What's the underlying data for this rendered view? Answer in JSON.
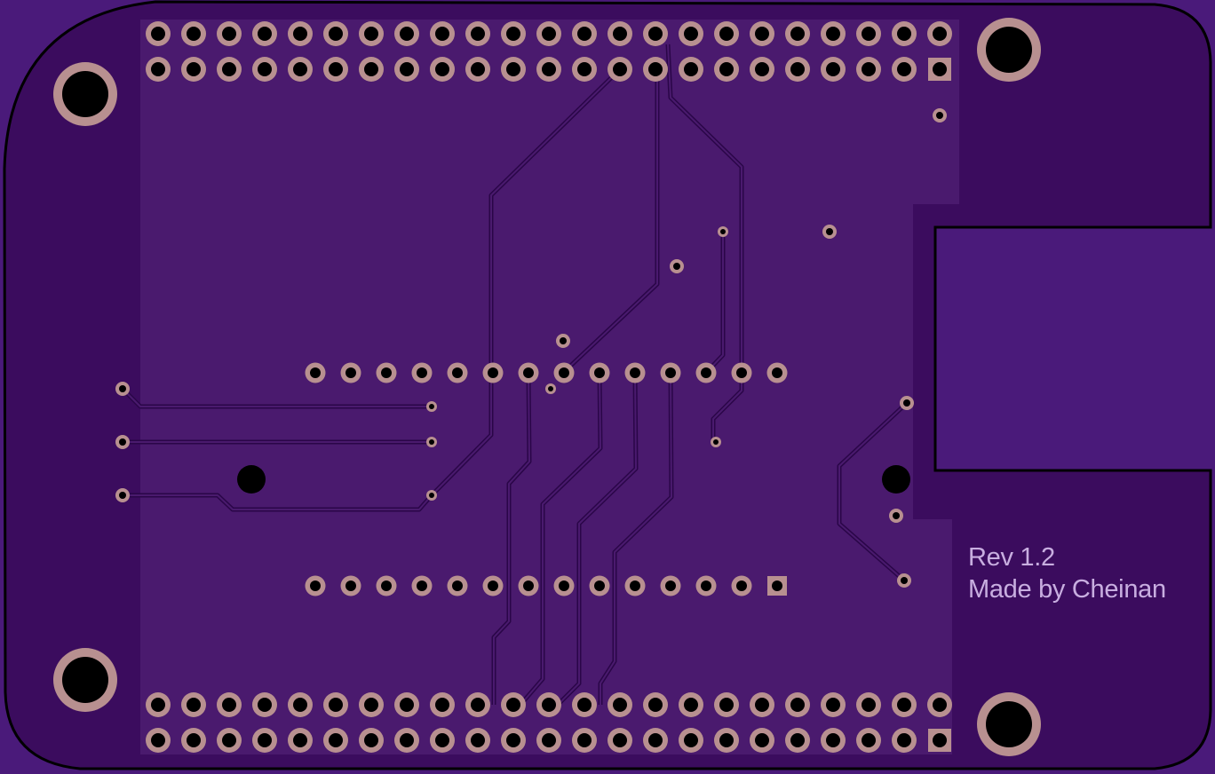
{
  "silkscreen": {
    "revision": "Rev 1.2",
    "credit": "Made by Cheinan"
  },
  "colors": {
    "background": "#4a1a7a",
    "board": "#3b0c5e",
    "copper_pour": "#4a1a6e",
    "trace": "#2a0648",
    "pad_ring": "#b89090",
    "hole": "#000000",
    "outline": "#000000",
    "silkscreen": "#c8aee0"
  },
  "headers": {
    "top_left": {
      "rows": 2,
      "columns": 23,
      "square_pad": "top-right"
    },
    "bottom_left": {
      "rows": 2,
      "columns": 23,
      "square_pad": "bottom-right"
    },
    "center_module": {
      "rows": 2,
      "columns": 14,
      "square_pad": "bottom-right"
    }
  },
  "mounting_holes": 4
}
